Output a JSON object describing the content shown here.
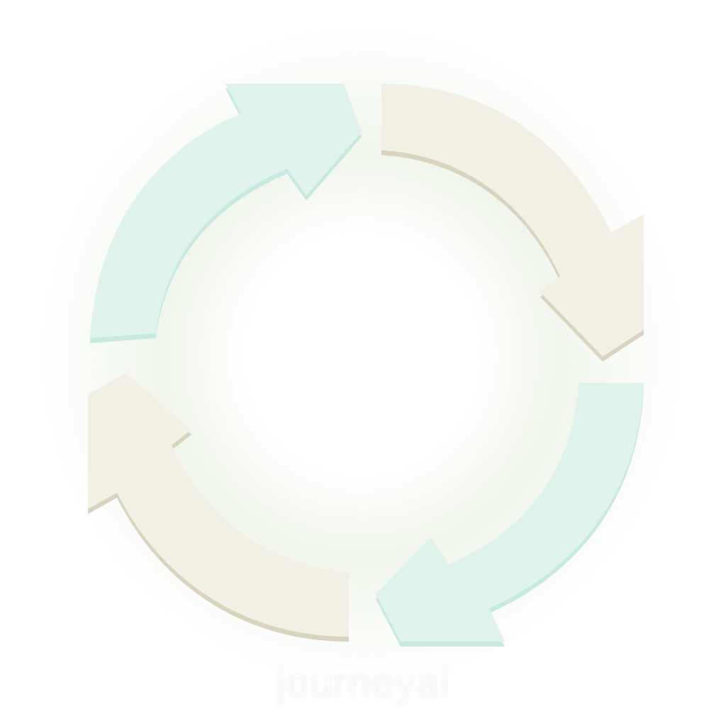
{
  "diagram": {
    "type": "cycle",
    "arrow_count": 4,
    "direction": "clockwise",
    "arrows": [
      {
        "id": "top-left",
        "fill": "#dff3ec",
        "edge": "#c8e9df"
      },
      {
        "id": "top-right",
        "fill": "#f2f0e4",
        "edge": "#d9d4c0"
      },
      {
        "id": "bottom-right",
        "fill": "#dff3ec",
        "edge": "#c8e9df"
      },
      {
        "id": "bottom-left",
        "fill": "#f2f0e4",
        "edge": "#d9d4c0"
      }
    ]
  },
  "watermark": {
    "text": "journeyai"
  },
  "colors": {
    "background": "#ffffff",
    "mint": "#dff3ec",
    "cream": "#f2f0e4"
  }
}
